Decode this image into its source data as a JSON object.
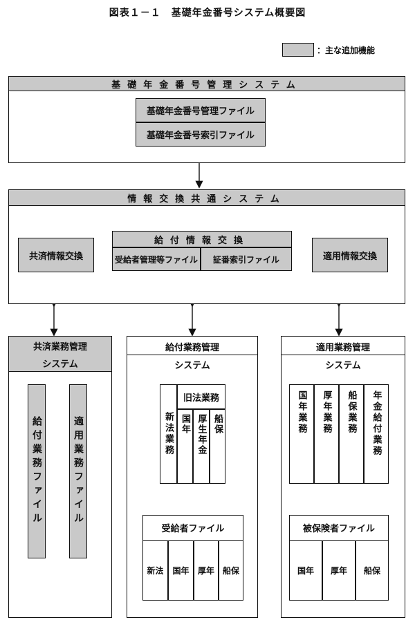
{
  "title": "図表１－１　基礎年金番号システム概要図",
  "legend": {
    "label": "：主な追加機能"
  },
  "kiso": {
    "header": "基礎年金番号管理システム",
    "file1": "基礎年金番号管理ファイル",
    "file2": "基礎年金番号索引ファイル"
  },
  "joho": {
    "header": "情報交換共通システム",
    "kyosai_exchange": "共済情報交換",
    "kyufu_exchange": "給付情報交換",
    "jukyusha_file": "受給者管理等ファイル",
    "shoban_file": "証番索引ファイル",
    "tekiyo_exchange": "適用情報交換"
  },
  "kyosai_system": {
    "title_line1": "共済業務管理",
    "title_line2": "システム",
    "file1": "給付業務ファイル",
    "file2": "適用業務ファイル"
  },
  "kyufu_system": {
    "title_line1": "給付業務管理",
    "title_line2": "システム",
    "shinpo": "新法業務",
    "kyuho": "旧法業務",
    "kyuho_cols": [
      "国年",
      "厚生年金",
      "船保"
    ],
    "file_title": "受給者ファイル",
    "file_cols": [
      "新法",
      "国年",
      "厚年",
      "船保"
    ]
  },
  "tekiyo_system": {
    "title_line1": "適用業務管理",
    "title_line2": "システム",
    "cols": [
      "国年業務",
      "厚年業務",
      "船保業務",
      "年金給付業務"
    ],
    "file_title": "被保険者ファイル",
    "file_cols": [
      "国年",
      "厚年",
      "船保"
    ]
  }
}
